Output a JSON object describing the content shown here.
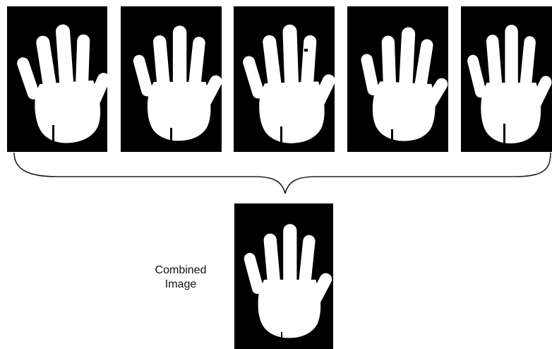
{
  "figure": {
    "combined_label": "Combined\nImage",
    "colors": {
      "panel_background": "#000000",
      "hand_silhouette": "#ffffff",
      "brace_stroke": "#222222"
    },
    "input_image_count": 5,
    "icons": {
      "input_hand": "hand-silhouette-icon",
      "combined_hand": "hand-silhouette-icon",
      "brace": "curly-brace"
    }
  }
}
